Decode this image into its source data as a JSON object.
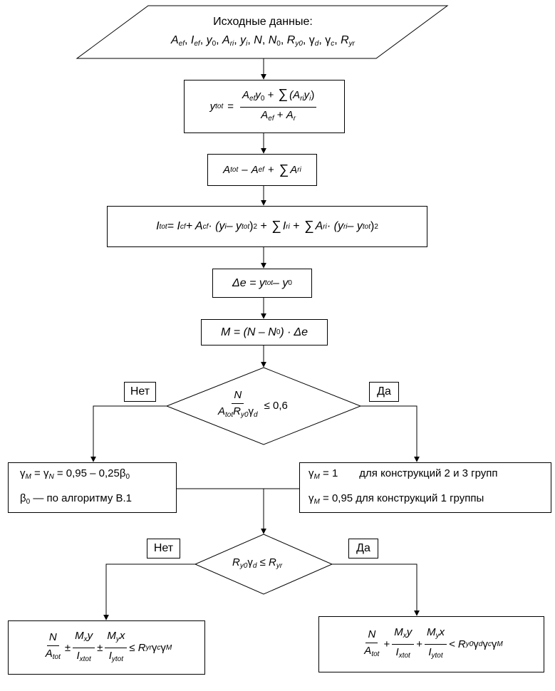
{
  "input": {
    "title": "Исходные данные:",
    "vars": [
      "A",
      "ef",
      "I",
      "ef",
      "y",
      "0",
      "A",
      "ri",
      "y",
      "i",
      "N",
      "N",
      "0",
      "R",
      "y0",
      "γ",
      "d",
      "γ",
      "c",
      "R",
      "yr"
    ]
  },
  "step_ytot": {
    "lhs": "y",
    "lhs_sub": "tot",
    "eq": "=",
    "num_a": "A",
    "num_a_sub": "ef",
    "num_b": "y",
    "num_b_sub": "0",
    "plus": "+",
    "sum": "∑",
    "num_c": "(A",
    "num_c_sub": "ri",
    "num_d": "y",
    "num_d_sub": "i",
    "num_close": ")",
    "den_a": "A",
    "den_a_sub": "ef",
    "den_b": "A",
    "den_b_sub": "r"
  },
  "step_atot": {
    "a": "A",
    "a_sub": "tot",
    "op1": "–",
    "b": "A",
    "b_sub": "ef",
    "op2": "+",
    "sum": "∑",
    "c": "A",
    "c_sub": "ri"
  },
  "step_itot": {
    "text1": "I",
    "s1": "tot",
    "t2": " = I",
    "s2": "cf",
    "t3": " + A",
    "s3": "cf",
    "t4": " · (y",
    "s4": "i",
    "t5": " – y",
    "s5": "tot",
    "t6": ")",
    "p1": "2",
    "t7": " + ",
    "sum1": "∑",
    "t8": "I",
    "s8": "ri",
    "t9": " + ",
    "sum2": "∑",
    "t10": "A",
    "s10": "ri",
    "t11": " · (y",
    "s11": "ri",
    "t12": " – y",
    "s12": "tot",
    "t13": ")",
    "p2": "2"
  },
  "step_de": {
    "a": "Δe = y",
    "a_sub": "tot",
    "b": " – y",
    "b_sub": "0"
  },
  "step_m": {
    "a": "M = (N – N",
    "a_sub": "0",
    "b": ") · Δe"
  },
  "cond1": {
    "num": "N",
    "den": "A",
    "den_sub1": "tot",
    "den_b": "R",
    "den_sub2": "y0",
    "den_c": "γ",
    "den_sub3": "d",
    "rel": "≤ 0,6"
  },
  "label_no_1": "Нет",
  "label_yes_1": "Да",
  "left_box": {
    "line1_a": "γ",
    "line1_a_sub": "M",
    "line1_b": " = γ",
    "line1_b_sub": "N",
    "line1_c": " = 0,95 – 0,25β",
    "line1_c_sub": "0",
    "line2_a": "β",
    "line2_a_sub": "0",
    "line2_b": " — по алгоритму В.1"
  },
  "right_box": {
    "line1_a": "γ",
    "line1_a_sub": "M",
    "line1_b": " = 1",
    "line1_c": "для конструкций 2 и 3 групп",
    "line2_a": "γ",
    "line2_a_sub": "M",
    "line2_b": " = 0,95 для конструкций 1 группы"
  },
  "cond2": {
    "a": "R",
    "a_sub": "y0",
    "b": "γ",
    "b_sub": "d",
    "rel": " ≤ R",
    "c_sub": "yr"
  },
  "label_no_2": "Нет",
  "label_yes_2": "Да",
  "final_left": {
    "f1_num": "N",
    "f1_den": "A",
    "f1_den_sub": "tot",
    "pm1": "±",
    "f2_num": "M",
    "f2_num_sub": "x",
    "f2_num_b": "y",
    "f2_den": "I",
    "f2_den_sub": "xtot",
    "pm2": "±",
    "f3_num": "M",
    "f3_num_sub": "y",
    "f3_num_b": "x",
    "f3_den": "I",
    "f3_den_sub": "ytot",
    "rel": "≤ R",
    "r_sub": "yr",
    "g1": "γ",
    "g1_sub": "c",
    "g2": "γ",
    "g2_sub": "M"
  },
  "final_right": {
    "f1_num": "N",
    "f1_den": "A",
    "f1_den_sub": "tot",
    "pm1": "+",
    "f2_num": "M",
    "f2_num_sub": "x",
    "f2_num_b": "y",
    "f2_den": "I",
    "f2_den_sub": "xtot",
    "pm2": "+",
    "f3_num": "M",
    "f3_num_sub": "y",
    "f3_num_b": "x",
    "f3_den": "I",
    "f3_den_sub": "ytot",
    "rel": "< R",
    "r_sub": "y0",
    "g0": "γ",
    "g0_sub": "d",
    "g1": "γ",
    "g1_sub": "c",
    "g2": "γ",
    "g2_sub": "M"
  }
}
